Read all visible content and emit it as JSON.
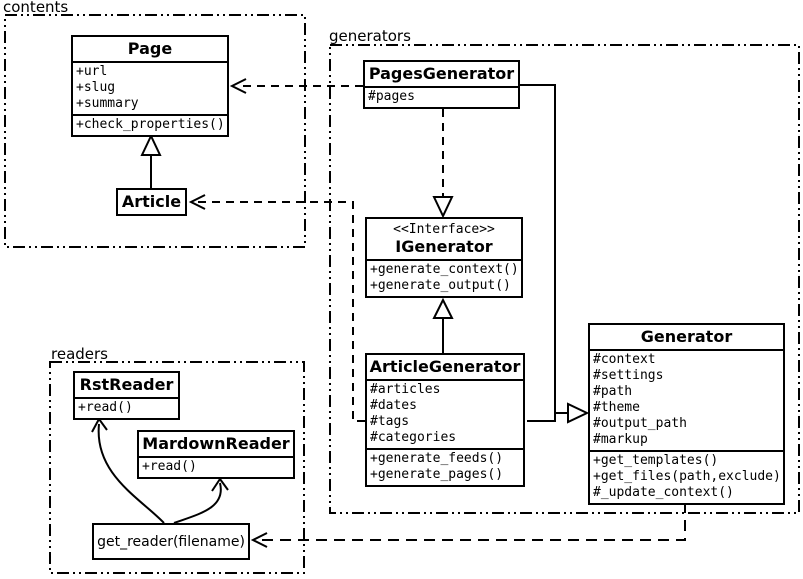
{
  "colors": {
    "ink": "#000000",
    "paper": "#ffffff"
  },
  "packages": {
    "contents": {
      "label": "contents"
    },
    "generators": {
      "label": "generators"
    },
    "readers": {
      "label": "readers"
    }
  },
  "classes": {
    "page": {
      "name": "Page",
      "attributes": [
        "+url",
        "+slug",
        "+summary"
      ],
      "methods": [
        "+check_properties()"
      ]
    },
    "article": {
      "name": "Article"
    },
    "pages_generator": {
      "name": "PagesGenerator",
      "attributes": [
        "#pages"
      ]
    },
    "igenerator": {
      "stereotype": "<<Interface>>",
      "name": "IGenerator",
      "methods": [
        "+generate_context()",
        "+generate_output()"
      ]
    },
    "article_generator": {
      "name": "ArticleGenerator",
      "attributes": [
        "#articles",
        "#dates",
        "#tags",
        "#categories"
      ],
      "methods": [
        "+generate_feeds()",
        "+generate_pages()"
      ]
    },
    "generator": {
      "name": "Generator",
      "attributes": [
        "#context",
        "#settings",
        "#path",
        "#theme",
        "#output_path",
        "#markup"
      ],
      "methods": [
        "+get_templates()",
        "+get_files(path,exclude)",
        "#_update_context()"
      ]
    },
    "rst_reader": {
      "name": "RstReader",
      "methods": [
        "+read()"
      ]
    },
    "mardown_reader": {
      "name": "MardownReader",
      "methods": [
        "+read()"
      ]
    },
    "get_reader": {
      "name": "get_reader(filename)"
    }
  }
}
